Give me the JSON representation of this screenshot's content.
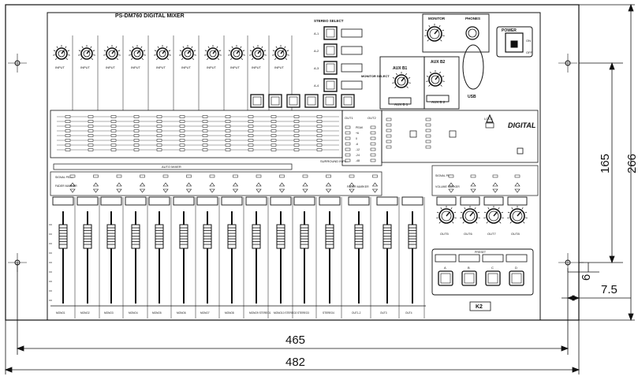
{
  "panel": {
    "title": "PS-DM760 DIGITAL MIXER",
    "brand": "DIGITAL",
    "logo": "K2"
  },
  "sections": {
    "stereo_select": "STEREO SELECT",
    "monitor": "MONITOR",
    "phones": "PHONES",
    "power": "POWER",
    "on": "ON",
    "off": "OFF",
    "monitor_select": "MONITOR SELECT",
    "aux_b1": "AUX B1",
    "aux_b2": "AUX B2",
    "aux_b1_btn": "AUX B 1",
    "aux_b2_btn": "AUX B 2",
    "usb": "USB",
    "lock": "LOCK",
    "auto_mixer": "AUTO MIXER",
    "surround_input": "SURROUND INPUT",
    "fader_marker": "FADER MARKER",
    "signal_peak": "SIGNAL PEAK",
    "volume_marker": "VOLUME MARKER",
    "preset": "PRESET",
    "out_l": "OUT1",
    "out_r": "OUT2",
    "peak": "PEAK"
  },
  "stereo_buttons": [
    "A-1",
    "A-2",
    "A-3",
    "A-4"
  ],
  "input_labels": [
    "INPUT",
    "INPUT",
    "INPUT",
    "INPUT",
    "INPUT",
    "INPUT",
    "INPUT",
    "INPUT",
    "INPUT",
    "INPUT"
  ],
  "fader_labels": [
    "MONO1",
    "MONO2",
    "MONO3",
    "MONO4",
    "MONO5",
    "MONO6",
    "MONO7",
    "MONO8",
    "MONO9 STEREO1",
    "MONO10 STEREO2",
    "STEREO3",
    "STEREO4",
    "OUT1-2",
    "OUT3",
    "OUT4"
  ],
  "out_knob_labels": [
    "OUT5",
    "OUT6",
    "OUT7",
    "OUT8"
  ],
  "preset_buttons": [
    "A",
    "B",
    "C",
    "D"
  ],
  "meter_marks": [
    "PEAK",
    "+6",
    "0",
    "-6",
    "-12",
    "-24",
    "-48"
  ],
  "dimensions": {
    "width_inner": "465",
    "width_outer": "482",
    "height_inner": "165",
    "height_outer": "266",
    "hole_offset": "6",
    "edge_offset": "7.5"
  },
  "colors": {
    "line": "#111111",
    "panel": "#ffffff"
  }
}
